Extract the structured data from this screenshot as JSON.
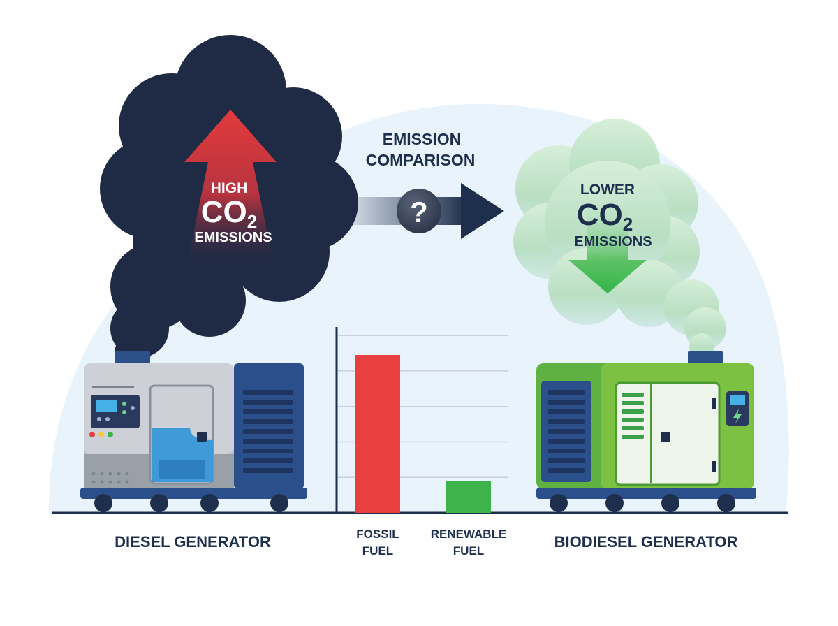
{
  "colors": {
    "smoke_dark": "#1f2a44",
    "arrow_red": "#e23b3b",
    "smoke_green": "#b7dfc0",
    "arrow_green": "#36b44a",
    "navy": "#1e2f4d",
    "bar_fossil": "#e8403f",
    "bar_renewable": "#3cb44b",
    "generator_gray": "#b9bec6",
    "generator_green": "#7cc142",
    "panel_blue": "#3f9ad8",
    "background_blob": "#e9f3fb"
  },
  "icons": {
    "arrow_center": "question-mark-icon",
    "bio_badge": "lightning-icon"
  },
  "diesel": {
    "cloud_line1": "HIGH",
    "cloud_co": "CO",
    "cloud_sub": "2",
    "cloud_line3": "EMISSIONS",
    "label": "DIESEL GENERATOR"
  },
  "bio": {
    "cloud_line1": "LOWER",
    "cloud_co": "CO",
    "cloud_sub": "2",
    "cloud_line3": "EMISSIONS",
    "label": "BIODIESEL GENERATOR"
  },
  "comparison": {
    "title_line1": "EMISSION",
    "title_line2": "COMPARISON",
    "question": "?"
  },
  "chart_data": {
    "type": "bar",
    "categories": [
      [
        "FOSSIL",
        "FUEL"
      ],
      [
        "RENEWABLE",
        "FUEL"
      ]
    ],
    "values": [
      1.0,
      0.2
    ],
    "ylim": [
      0,
      1.2
    ],
    "grid": true,
    "gridlines": 5
  }
}
